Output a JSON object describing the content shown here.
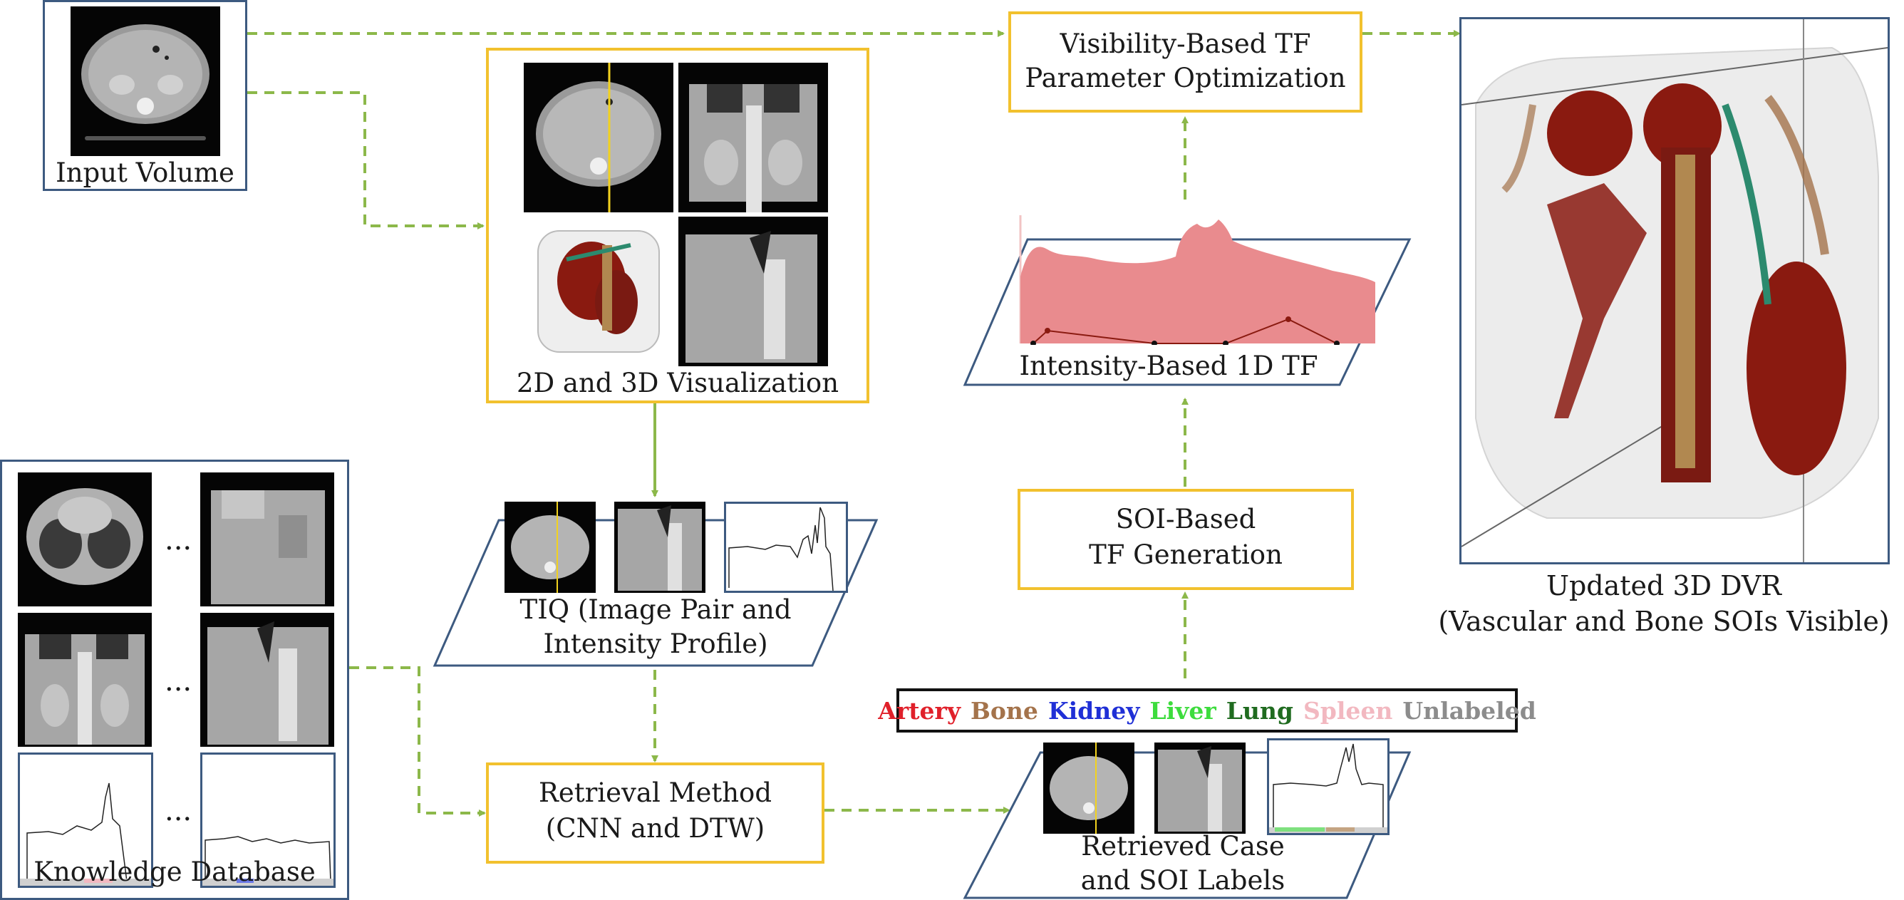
{
  "nodes": {
    "input_volume": "Input Volume",
    "viz": "2D and 3D Visualization",
    "tiq_line1": "TIQ (Image Pair and",
    "tiq_line2": "Intensity Profile)",
    "knowledge_db": "Knowledge Database",
    "retrieval_line1": "Retrieval Method",
    "retrieval_line2": "(CNN and DTW)",
    "retrieved_line1": "Retrieved Case",
    "retrieved_line2": "and SOI Labels",
    "soi_line1": "SOI-Based",
    "soi_line2": "TF Generation",
    "tf1d": "Intensity-Based 1D TF",
    "vis_line1": "Visibility-Based TF",
    "vis_line2": "Parameter Optimization",
    "dvr_line1": "Updated 3D DVR",
    "dvr_line2": "(Vascular and Bone SOIs Visible)"
  },
  "ellipsis": "...",
  "soi_legend": [
    {
      "label": "Artery",
      "color": "#e0202a"
    },
    {
      "label": "Bone",
      "color": "#a4734b"
    },
    {
      "label": "Kidney",
      "color": "#1f2fd6"
    },
    {
      "label": "Liver",
      "color": "#3ddc3d"
    },
    {
      "label": "Lung",
      "color": "#1f6b1f"
    },
    {
      "label": "Spleen",
      "color": "#f2b8c0"
    },
    {
      "label": "Unlabeled",
      "color": "#8c8c8c"
    }
  ],
  "colors": {
    "navy_border": "#3d5a80",
    "gold_border": "#f2c12e",
    "arrow_green": "#8cb84a",
    "tf_fill": "#e98b8e",
    "tissue_red": "#8a1a10"
  }
}
